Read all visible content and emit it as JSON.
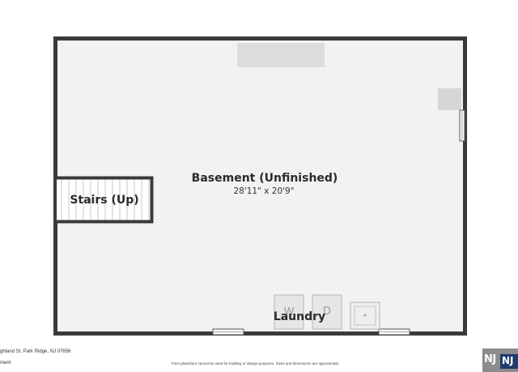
{
  "floorplan": {
    "room": {
      "name": "Basement (Unfinished)",
      "dimensions": "28'11\" x 20'9\""
    },
    "stairs": {
      "label": "Stairs (Up)"
    },
    "laundry": {
      "label": "Laundry",
      "washer_letter": "W",
      "dryer_letter": "D"
    },
    "colors": {
      "wall": "#3a3a3a",
      "floor": "#f2f2f2",
      "fixture": "#dcdcdc",
      "appliance": "#e6e6e6"
    }
  },
  "footer": {
    "address": "ghland St, Park Ridge, NJ 07656",
    "floor_label": "ment",
    "disclaimer": "Floor plans/tour cannot be used for building or design purposes. Sizes and dimensions are approximate."
  },
  "logo": {
    "text": "NJ",
    "badge": "NJ"
  }
}
